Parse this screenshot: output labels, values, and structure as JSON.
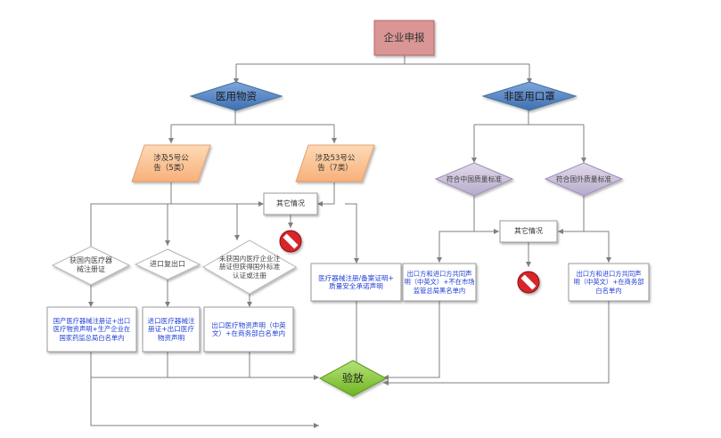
{
  "diagram": {
    "title": "企业申报",
    "branches": {
      "medical": "医用物资",
      "non_medical": "非医用口罩"
    },
    "announcements": {
      "no5": "涉及5号公\n告（5类）",
      "no53": "涉及53号公\n告（7类）"
    },
    "medical_conditions": {
      "domestic_registered": "获国内医疗器\n械注册证",
      "import_reexport": "进口复出口",
      "foreign_certified": "未获国内医疗企业注\n册证但获得国外标准\n认证或注册"
    },
    "medical_requirements": {
      "domestic_registered": "国产医疗器械注册证+出口\n医疗物资声明+生产企业在\n国家药监总局白名单内",
      "import_reexport": "进口医疗器械注\n册证+出口医疗\n物资声明",
      "foreign_certified": "出口医疗物资声明（中英\n文）+在商务部白名单内",
      "no53_requirement": "医疗器械注册/备案证明+\n质量安全承诺声明"
    },
    "other_label_1": "其它情况",
    "other_label_2": "其它情况",
    "non_medical_conditions": {
      "china_standard": "符合中国质量标准",
      "foreign_standard": "符合国外质量标准"
    },
    "non_medical_requirements": {
      "china_standard": "出口方和进口方共同声\n明（中英文）+不在市场\n监管总局黑名单内",
      "foreign_standard": "出口方和进口方共同声\n明（中英文）+在商务部\n白名单内"
    },
    "final": "验放",
    "prohibited_icon_1": "prohibited-icon",
    "prohibited_icon_2": "prohibited-icon"
  },
  "colors": {
    "title_fill": "#d99694",
    "branch_fill": "#4f81bd",
    "announcement_fill": "#fac090",
    "medical_diamond_fill": "#ffffff",
    "non_medical_diamond_fill": "#ccc1da",
    "final_fill": "#92d050",
    "prohibited": "#d7262a",
    "requirement_text": "#1f3fd6",
    "line": "#7f7f7f"
  }
}
